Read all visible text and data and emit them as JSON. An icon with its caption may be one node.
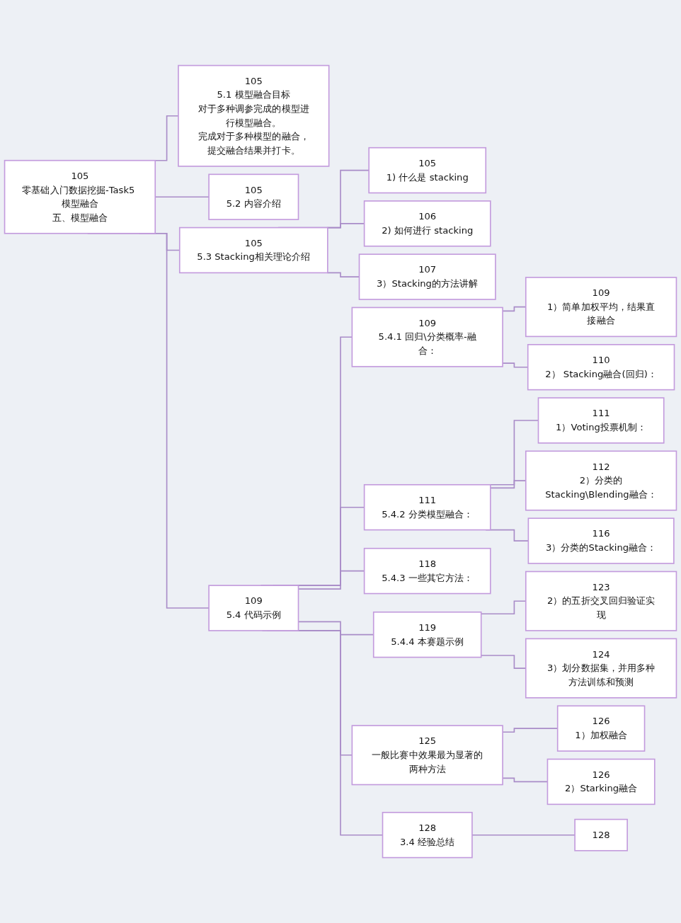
{
  "diagram": {
    "nodes": [
      {
        "text": [
          "105",
          "零基础入门数据挖掘-Task5 模型融合",
          "五、模型融合"
        ]
      },
      {
        "text": [
          "105",
          "5.1 模型融合目标",
          "对于多种调参完成的模型进行模型融合。",
          "完成对于多种模型的融合，提交融合结果并打卡。"
        ]
      },
      {
        "text": [
          "105",
          "5.2 内容介绍"
        ]
      },
      {
        "text": [
          "105",
          "5.3 Stacking相关理论介绍"
        ]
      },
      {
        "text": [
          "105",
          "1) 什么是 stacking"
        ]
      },
      {
        "text": [
          "106",
          "2) 如何进行 stacking"
        ]
      },
      {
        "text": [
          "107",
          "3）Stacking的方法讲解"
        ]
      },
      {
        "text": [
          "109",
          "5.4 代码示例"
        ]
      },
      {
        "text": [
          "109",
          "5.4.1 回归\\分类概率-融合："
        ]
      },
      {
        "text": [
          "109",
          "1）简单加权平均，结果直接融合"
        ]
      },
      {
        "text": [
          "110",
          "2） Stacking融合(回归)："
        ]
      },
      {
        "text": [
          "111",
          "5.4.2 分类模型融合："
        ]
      },
      {
        "text": [
          "111",
          "1）Voting投票机制："
        ]
      },
      {
        "text": [
          "112",
          "2）分类的Stacking\\Blending融合："
        ]
      },
      {
        "text": [
          "116",
          "3）分类的Stacking融合："
        ]
      },
      {
        "text": [
          "118",
          "5.4.3 一些其它方法："
        ]
      },
      {
        "text": [
          "119",
          "5.4.4 本赛题示例"
        ]
      },
      {
        "text": [
          "123",
          "2）的五折交叉回归验证实现"
        ]
      },
      {
        "text": [
          "124",
          "3）划分数据集，并用多种方法训练和预测"
        ]
      },
      {
        "text": [
          "125",
          "一般比赛中效果最为显著的两种方法"
        ]
      },
      {
        "text": [
          "126",
          "1）加权融合"
        ]
      },
      {
        "text": [
          "126",
          "2）Starking融合"
        ]
      },
      {
        "text": [
          "128",
          "3.4 经验总结"
        ]
      },
      {
        "text": [
          "128"
        ]
      }
    ],
    "edges": [
      {
        "from": 0,
        "to": 1,
        "arrow": "none"
      },
      {
        "from": 0,
        "to": 2,
        "arrow": "none"
      },
      {
        "from": 0,
        "to": 3,
        "arrow": "none"
      },
      {
        "from": 0,
        "to": 7,
        "arrow": "none"
      },
      {
        "from": 3,
        "to": 4,
        "arrow": "none"
      },
      {
        "from": 3,
        "to": 5,
        "arrow": "none"
      },
      {
        "from": 3,
        "to": 6,
        "arrow": "none"
      },
      {
        "from": 7,
        "to": 8,
        "arrow": "none"
      },
      {
        "from": 7,
        "to": 11,
        "arrow": "none"
      },
      {
        "from": 7,
        "to": 15,
        "arrow": "none"
      },
      {
        "from": 7,
        "to": 16,
        "arrow": "none"
      },
      {
        "from": 7,
        "to": 19,
        "arrow": "none"
      },
      {
        "from": 7,
        "to": 22,
        "arrow": "none"
      },
      {
        "from": 8,
        "to": 9,
        "arrow": "none"
      },
      {
        "from": 8,
        "to": 10,
        "arrow": "none"
      },
      {
        "from": 11,
        "to": 12,
        "arrow": "none"
      },
      {
        "from": 11,
        "to": 13,
        "arrow": "none"
      },
      {
        "from": 11,
        "to": 14,
        "arrow": "none"
      },
      {
        "from": 16,
        "to": 17,
        "arrow": "none"
      },
      {
        "from": 16,
        "to": 18,
        "arrow": "none"
      },
      {
        "from": 19,
        "to": 20,
        "arrow": "none"
      },
      {
        "from": 19,
        "to": 21,
        "arrow": "none"
      },
      {
        "from": 22,
        "to": 23,
        "arrow": "none"
      }
    ]
  }
}
